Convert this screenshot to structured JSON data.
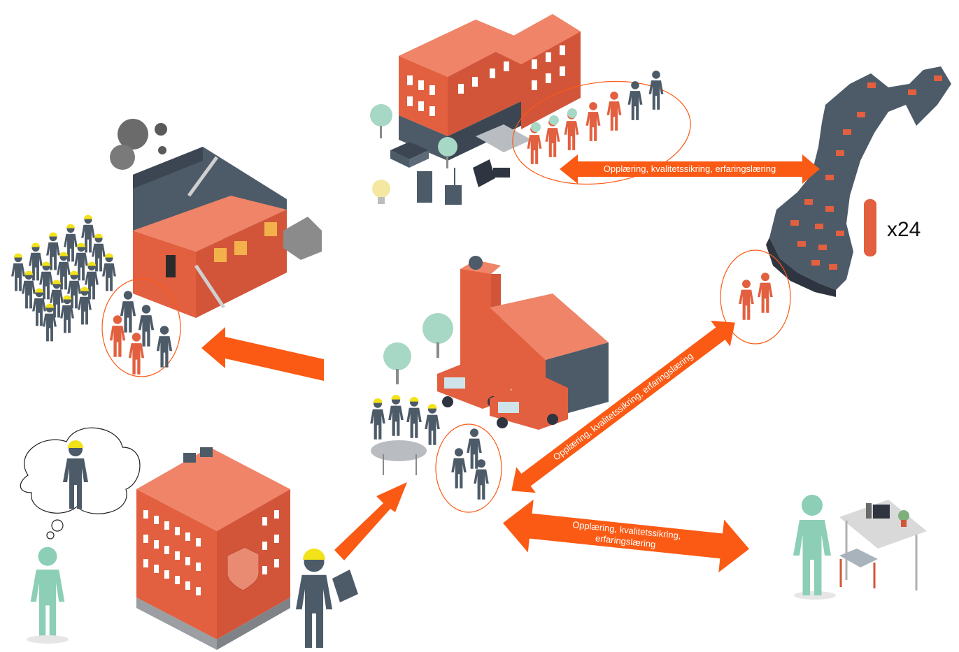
{
  "colors": {
    "accent_orange": "#fa5a14",
    "brick": "#e2603f",
    "roof": "#ef8468",
    "slate": "#4d5a68",
    "mint": "#8ccfb6",
    "helmet": "#f2e21a",
    "window": "#ffffff",
    "tree": "#a7d7c5"
  },
  "labels": {
    "arrow_top": "Opplæring, kvalitetssikring, erfaringslæring",
    "arrow_diagonal": "Opplæring, kvalitetssikring, erfaringslæring",
    "arrow_bottom_line1": "Opplæring, kvalitetssikring,",
    "arrow_bottom_line2": "erfaringslæring",
    "multiplier": "x24"
  }
}
